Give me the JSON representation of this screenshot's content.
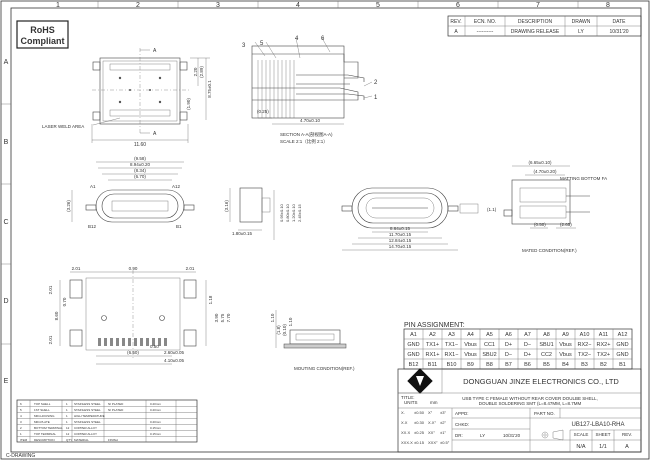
{
  "grid": {
    "columns": [
      "1",
      "2",
      "3",
      "4",
      "5",
      "6",
      "7",
      "8"
    ],
    "rows": [
      "A",
      "B",
      "C",
      "D",
      "E"
    ]
  },
  "rohs": {
    "line1": "RoHS",
    "line2": "Compliant"
  },
  "revision": {
    "headers": [
      "REV.",
      "ECN. NO.",
      "DESCRIPTION",
      "DRAWN",
      "DATE"
    ],
    "row": [
      "A",
      "----------",
      "DRAWING RELEASE",
      "LY",
      "10/31'20"
    ]
  },
  "top_view": {
    "label_a_top": "A",
    "label_a_bottom": "A",
    "dim_width": "11.60",
    "dims_right": [
      "(2.89)",
      "2.20",
      "8.75±0.1"
    ],
    "dim_side": "(1.90)",
    "laser_weld": "LASER WELD AREA"
  },
  "section_view": {
    "callouts": [
      "3",
      "5",
      "4",
      "6",
      "2",
      "1"
    ],
    "dim_1": "(0.25)",
    "dim_2": "4.70±0.10",
    "caption_1": "SECTION A-A(剖视图A-A)",
    "caption_2": "SCALE 2:1（比例 2:1）"
  },
  "front_view": {
    "dims": [
      "(9.58)",
      "8.94±0.20",
      "(8.34)",
      "(6.70)"
    ],
    "pin_labels": [
      "A1",
      "A12",
      "B12",
      "B1"
    ],
    "dim_left": "(3.26)",
    "dim_side": "(3.16)",
    "dim_bottom": "1.80±0.15",
    "dims_vertical": [
      "0.95±0.10",
      "0.80±0.10",
      "1.20±0.10",
      "2.45±0.15"
    ]
  },
  "mated_front": {
    "dims": [
      "8.64±0.15",
      "11.70±0.15",
      "12.84±0.15",
      "14.70±0.15"
    ],
    "dim_right": "(1.1)"
  },
  "mated_side": {
    "dims": [
      "(6.65±0.10)",
      "(4.70±0.20)"
    ],
    "label": "MATTING BOTTOM FA",
    "dims_small": [
      "(0.50)",
      "(2.65)"
    ],
    "caption": "MATED CONDITION(REF.)"
  },
  "footprint": {
    "dims_top": [
      "2.01",
      "0.90",
      "2.01"
    ],
    "dims_left": [
      "8.60",
      "0.70",
      "2.01",
      "2.01"
    ],
    "dims_right": [
      "1.18",
      "3.90",
      "5.75",
      "7.70"
    ],
    "dims_bottom": [
      "0.50",
      "2.60±0.05",
      "4.10±0.05"
    ],
    "dim_center": "(6.50)"
  },
  "mounting": {
    "dims": [
      "1.10",
      "(1.8)",
      "(0.10)",
      "1.10"
    ],
    "caption": "MOUTING CONDITION(REF.)"
  },
  "pin_assignment": {
    "title": "PIN ASSIGNMENT:",
    "row_a_headers": [
      "A1",
      "A2",
      "A3",
      "A4",
      "A5",
      "A6",
      "A7",
      "A8",
      "A9",
      "A10",
      "A11",
      "A12"
    ],
    "row_a_signals": [
      "GND",
      "TX1+",
      "TX1−",
      "Vbus",
      "CC1",
      "D+",
      "D−",
      "SBU1",
      "Vbus",
      "RX2−",
      "RX2+",
      "GND"
    ],
    "row_b_signals": [
      "GND",
      "RX1+",
      "RX1−",
      "Vbus",
      "SBU2",
      "D−",
      "D+",
      "CC2",
      "Vbus",
      "TX2−",
      "TX2+",
      "GND"
    ],
    "row_b_headers": [
      "B12",
      "B11",
      "B10",
      "B9",
      "B8",
      "B7",
      "B6",
      "B5",
      "B4",
      "B3",
      "B2",
      "B1"
    ]
  },
  "title_block": {
    "company": "DONGGUAN JINZE ELECTRONICS CO., LTD",
    "title_label": "TITLE:",
    "title_line1": "USB TYPE C FEMALE WITHOUT REAR COVER DOULBE SHELL,",
    "title_line2": "DOUBLE SOLDERING SMT (L=8.47MM, L=8.7MM",
    "units_label": "UNITS",
    "units_value": "mm",
    "tolerances": [
      {
        "range": "X.",
        "value": "±0.50",
        "angle": "X°",
        "angle_value": "±3°"
      },
      {
        "range": "X.X",
        "value": "±0.30",
        "angle": "X.X°",
        "angle_value": "±2°"
      },
      {
        "range": "XX.X",
        "value": "±0.25",
        "angle": "XX°",
        "angle_value": "±1°"
      },
      {
        "range": "XXX.X",
        "value": "±0.15",
        "angle": "XXX°",
        "angle_value": "±0.5°"
      }
    ],
    "appd_label": "APPD:",
    "chkd_label": "CHKD:",
    "dr_label": "DR:",
    "dr_value": "LY",
    "date": "10/31'20",
    "part_no_label": "PART NO.",
    "part_no": "UB127-LBA10-RHA",
    "scale_label": "SCALE",
    "sheet_label": "SHEET",
    "rev_label": "REV.",
    "scale_value": "N/A",
    "sheet_value": "1/1",
    "rev_value": "A"
  },
  "bom": {
    "headers": [
      "ITEM",
      "DESCRIPTION",
      "QTY",
      "MATERIAL",
      "FINISH"
    ],
    "rows": [
      [
        "6",
        "TOP SHELL",
        "1",
        "STAINLESS STEEL",
        "NI PLATED",
        "0.20mm"
      ],
      [
        "5",
        "1ST SHELL",
        "1",
        "STAINLESS STEEL",
        "NI PLATED",
        "0.20mm"
      ],
      [
        "4",
        "MID-HOUSING",
        "1",
        "HIGH TEMPERATURE",
        "",
        ""
      ],
      [
        "3",
        "MID-PLATE",
        "1",
        "STAINLESS STEEL",
        "",
        "0.20mm"
      ],
      [
        "2",
        "BOTTOM TERMINAL",
        "12",
        "COPPER ALLOY",
        "",
        "0.15mm"
      ],
      [
        "1",
        "TOP TERMINAL",
        "12",
        "COPPER ALLOY",
        "",
        "0.15mm"
      ]
    ]
  },
  "footer_label": "C-DRAWING"
}
